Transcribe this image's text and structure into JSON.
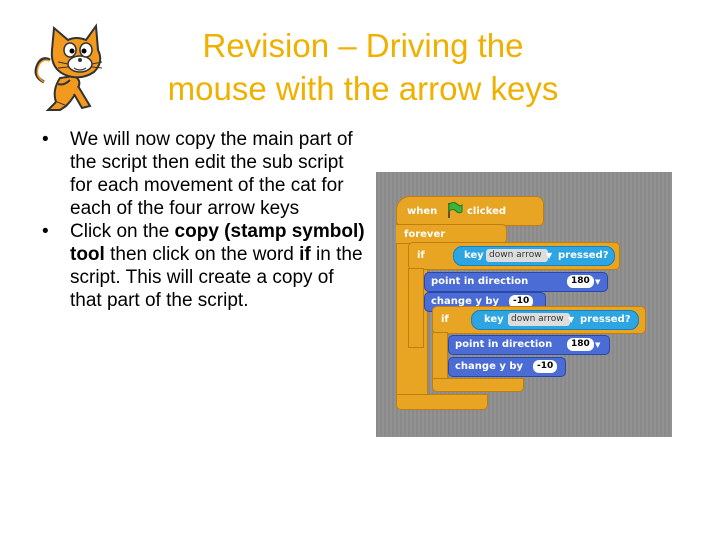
{
  "slide": {
    "title_line1": "Revision – Driving the",
    "title_line2": "mouse with the arrow keys",
    "bullet1": "We will now copy the main part of the script then edit the sub script for each movement of the cat for each of the four arrow keys",
    "bullet2_pre": "Click on the ",
    "bullet2_bold": "copy (stamp symbol) tool",
    "bullet2_mid": " then click on the word ",
    "bullet2_bold2": "if",
    "bullet2_post": " in the script. This will create a copy of that part of the script."
  },
  "logo": {
    "icon": "scratch-cat-icon",
    "color": "#f39a1e"
  },
  "script": {
    "when_label": "when",
    "clicked_label": "clicked",
    "forever_label": "forever",
    "if_label": "if",
    "key_label": "key",
    "key_value": "down arrow",
    "pressed_label": "pressed?",
    "point_label": "point in direction",
    "direction_value": "180",
    "change_label": "change y by",
    "change_value": "-10"
  },
  "colors": {
    "title": "#f0b000",
    "control": "#e8a524",
    "motion": "#4a6cd4",
    "sensing": "#2ca5e2"
  }
}
